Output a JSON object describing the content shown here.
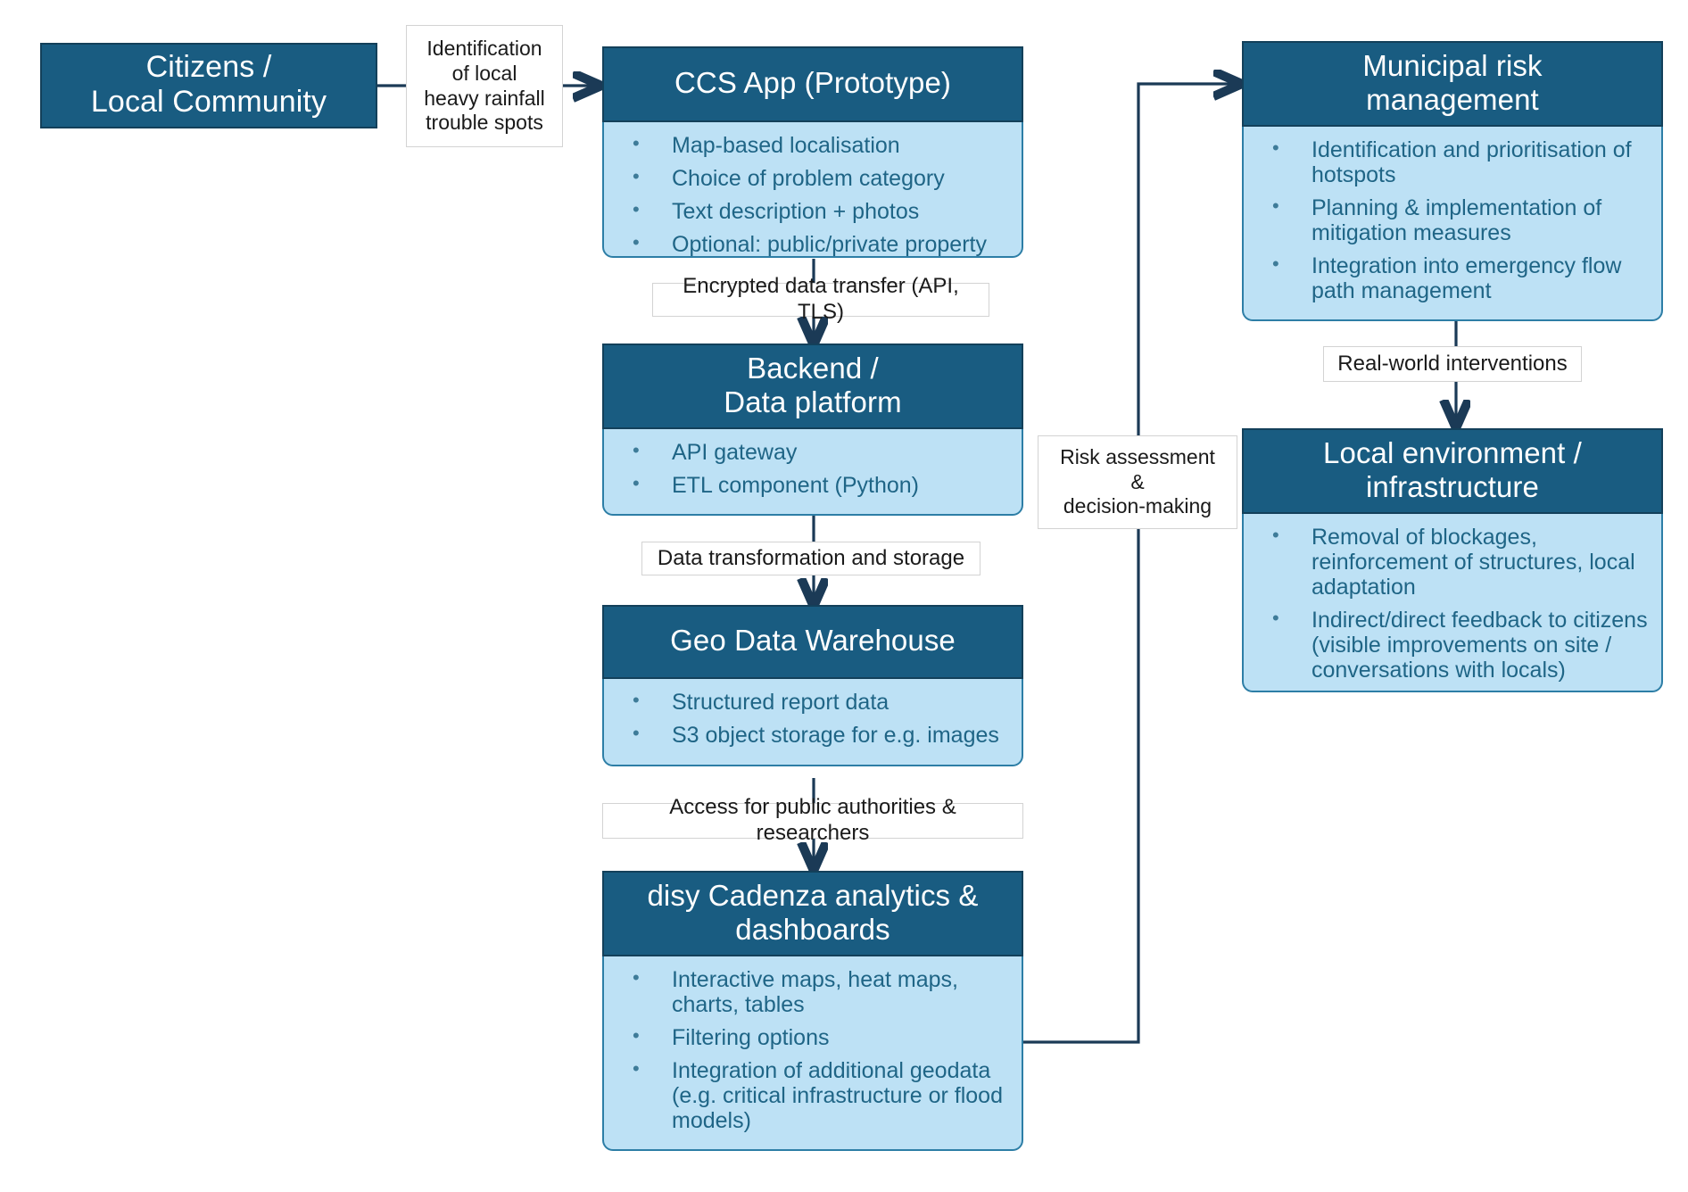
{
  "diagram": {
    "title": "CCS App data flow architecture",
    "colors": {
      "header_fill": "#195C81",
      "header_border": "#13405A",
      "body_fill": "#BDE1F5",
      "body_border": "#2D7EA6",
      "body_text": "#1F6586",
      "label_border": "#D3D3D3",
      "connector": "#1B3A56"
    }
  },
  "nodes": {
    "citizens": {
      "title": "Citizens /\nLocal Community",
      "bullets": []
    },
    "ccs_app": {
      "title": "CCS App (Prototype)",
      "bullets": [
        "Map-based localisation",
        "Choice of problem category",
        "Text description + photos",
        "Optional: public/private property"
      ]
    },
    "backend": {
      "title": "Backend /\nData platform",
      "bullets": [
        "API gateway",
        "ETL component (Python)"
      ]
    },
    "warehouse": {
      "title": "Geo Data Warehouse",
      "bullets": [
        "Structured report data",
        "S3 object storage for e.g. images"
      ]
    },
    "cadenza": {
      "title": "disy Cadenza analytics &\ndashboards",
      "bullets": [
        "Interactive maps, heat maps, charts, tables",
        "Filtering options",
        "Integration of additional geodata (e.g. critical infrastructure or flood models)"
      ]
    },
    "municipal": {
      "title": "Municipal risk\nmanagement",
      "bullets": [
        "Identification and prioritisation of hotspots",
        "Planning & implementation of mitigation measures",
        "Integration into emergency flow path management"
      ]
    },
    "environment": {
      "title": "Local environment /\ninfrastructure",
      "bullets": [
        "Removal of blockages, reinforcement of structures, local adaptation",
        "Indirect/direct feedback to citizens (visible improvements on site / conversations with locals)"
      ]
    }
  },
  "edge_labels": {
    "identification": "Identification\nof local\nheavy rainfall\ntrouble spots",
    "encrypted": "Encrypted data  transfer (API, TLS)",
    "transformation": "Data transformation and storage",
    "access": "Access for public authorities & researchers",
    "risk_assessment": "Risk assessment\n&\ndecision-making",
    "real_world": "Real-world interventions"
  }
}
